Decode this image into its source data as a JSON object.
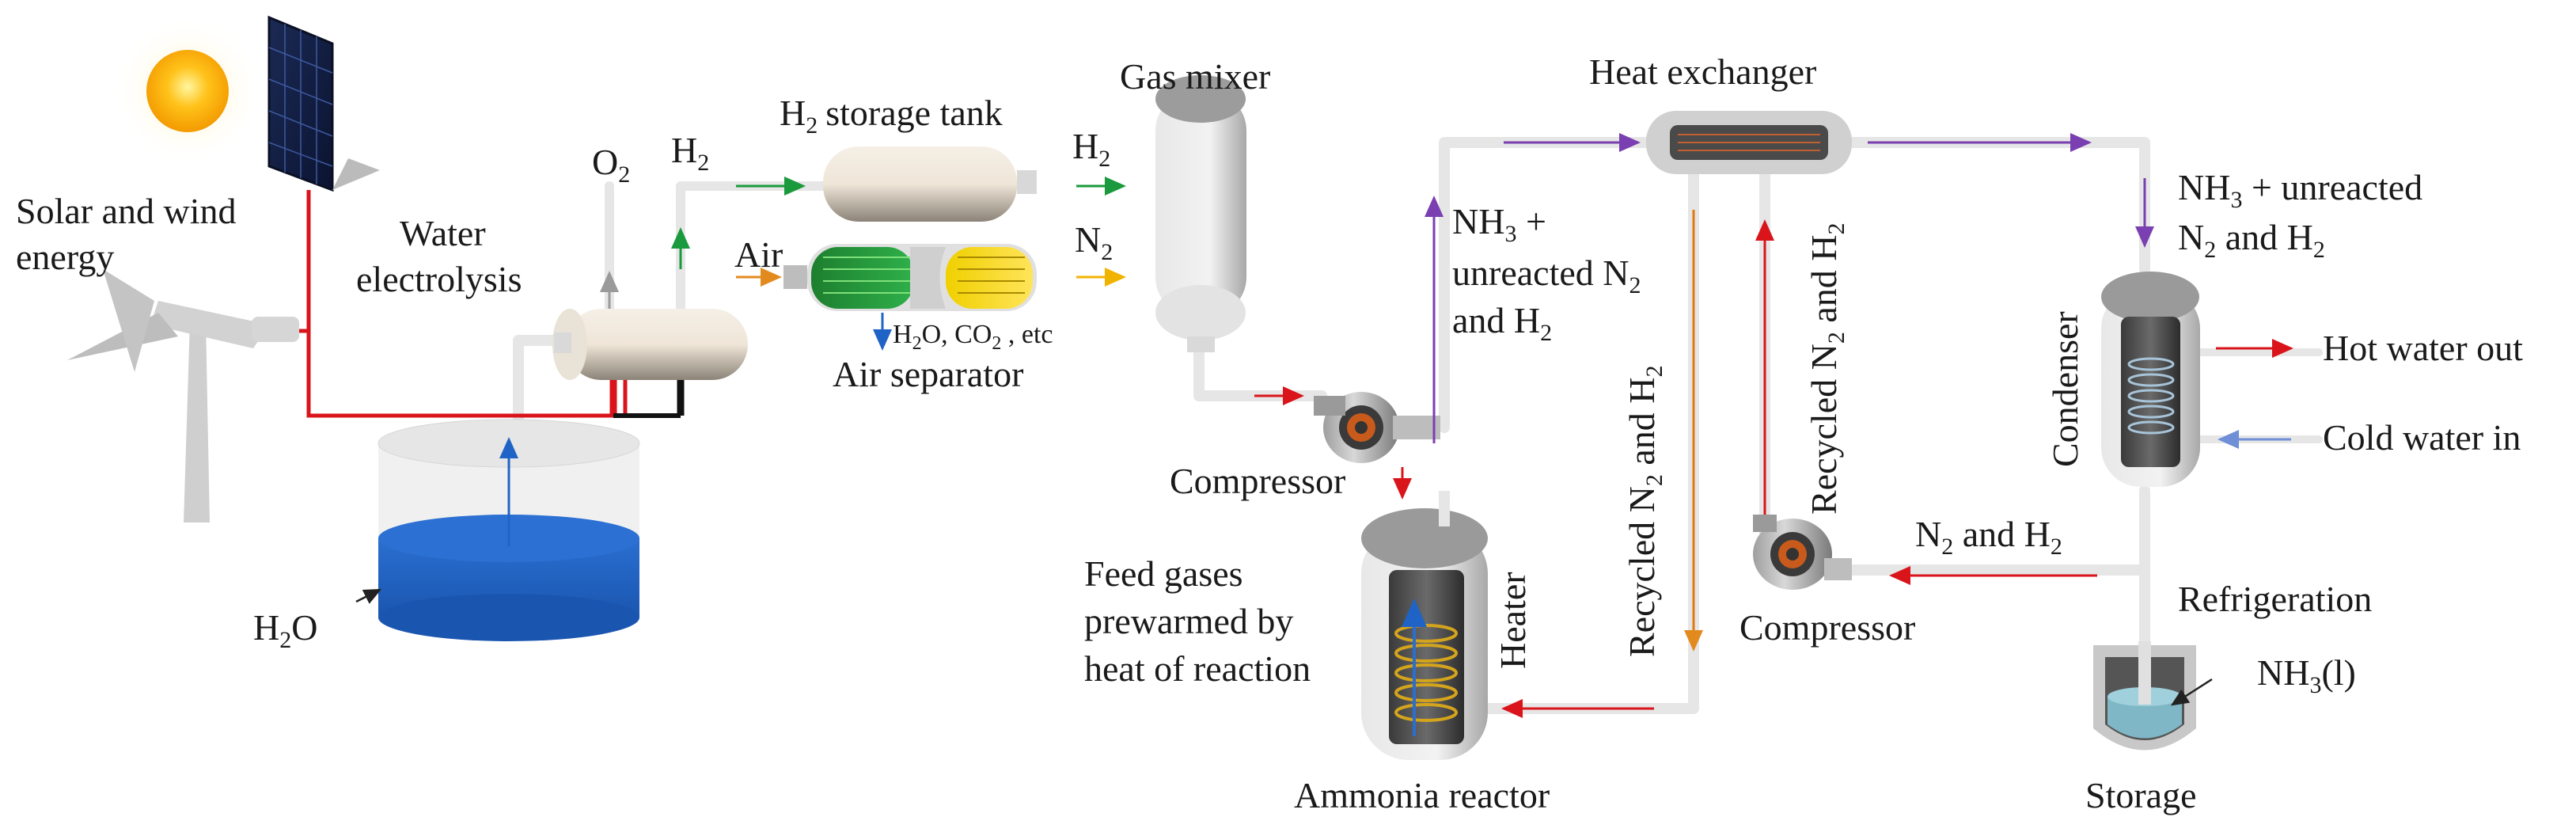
{
  "labels": {
    "solar_wind_1": "Solar and wind",
    "solar_wind_2": "energy",
    "water_electrolysis_1": "Water",
    "water_electrolysis_2": "electrolysis",
    "o2": "O",
    "o2_sub": "2",
    "h2_top": "H",
    "h2_top_sub": "2",
    "h2_storage_main": "storage tank",
    "h2_storage_h": "H",
    "h2_storage_sub": "2",
    "gas_mixer": "Gas mixer",
    "h2_to_mixer": "H",
    "h2_to_mixer_sub": "2",
    "n2_to_mixer": "N",
    "n2_to_mixer_sub": "2",
    "air": "Air",
    "air_byproducts_a": "H",
    "air_byproducts_b": "2",
    "air_byproducts_c": "O, CO",
    "air_byproducts_d": "2",
    "air_byproducts_e": " , etc",
    "air_separator": "Air separator",
    "h2o_a": "H",
    "h2o_b": "2",
    "h2o_c": "O",
    "compressor_1": "Compressor",
    "nh3_unreacted_a1": "NH",
    "nh3_unreacted_a2": "3",
    "nh3_unreacted_a3": " +",
    "nh3_unreacted_b1": "unreacted N",
    "nh3_unreacted_b2": "2",
    "nh3_unreacted_c1": "and H",
    "nh3_unreacted_c2": "2",
    "heat_exchanger": "Heat exchanger",
    "recycled_1a": "Recycled N",
    "recycled_1b": "2",
    "recycled_1c": " and H",
    "recycled_1d": "2",
    "recycled_2a": "Recycled N",
    "recycled_2b": "2",
    "recycled_2c": " and H",
    "recycled_2d": "2",
    "feed_1": "Feed gases",
    "feed_2": "prewarmed by",
    "feed_3": "heat of reaction",
    "heater": "Heater",
    "ammonia_reactor": "Ammonia reactor",
    "compressor_2": "Compressor",
    "n2h2_a": "N",
    "n2h2_b": "2",
    "n2h2_c": " and H",
    "n2h2_d": "2",
    "nh3_cond_a1": "NH",
    "nh3_cond_a2": "3",
    "nh3_cond_a3": " + unreacted",
    "nh3_cond_b1": "N",
    "nh3_cond_b2": "2",
    "nh3_cond_b3": " and H",
    "nh3_cond_b4": "2",
    "condenser": "Condenser",
    "hot_water_out": "Hot water out",
    "cold_water_in": "Cold water in",
    "refrigeration": "Refrigeration",
    "nh3l_a": "NH",
    "nh3l_b": "3",
    "nh3l_c": "(l)",
    "storage": "Storage"
  },
  "colors": {
    "electric": "#d9141b",
    "h2_flow": "#1a9a3c",
    "o2_flow": "#9a9a9a",
    "air_flow": "#e38a1f",
    "n2_flow": "#f0b400",
    "feed_flow": "#d9141b",
    "product_flow": "#7a3fb0",
    "recycle_down": "#e07a10",
    "water_blue": "#1f63c6",
    "pipe": "#e8e8e8"
  }
}
